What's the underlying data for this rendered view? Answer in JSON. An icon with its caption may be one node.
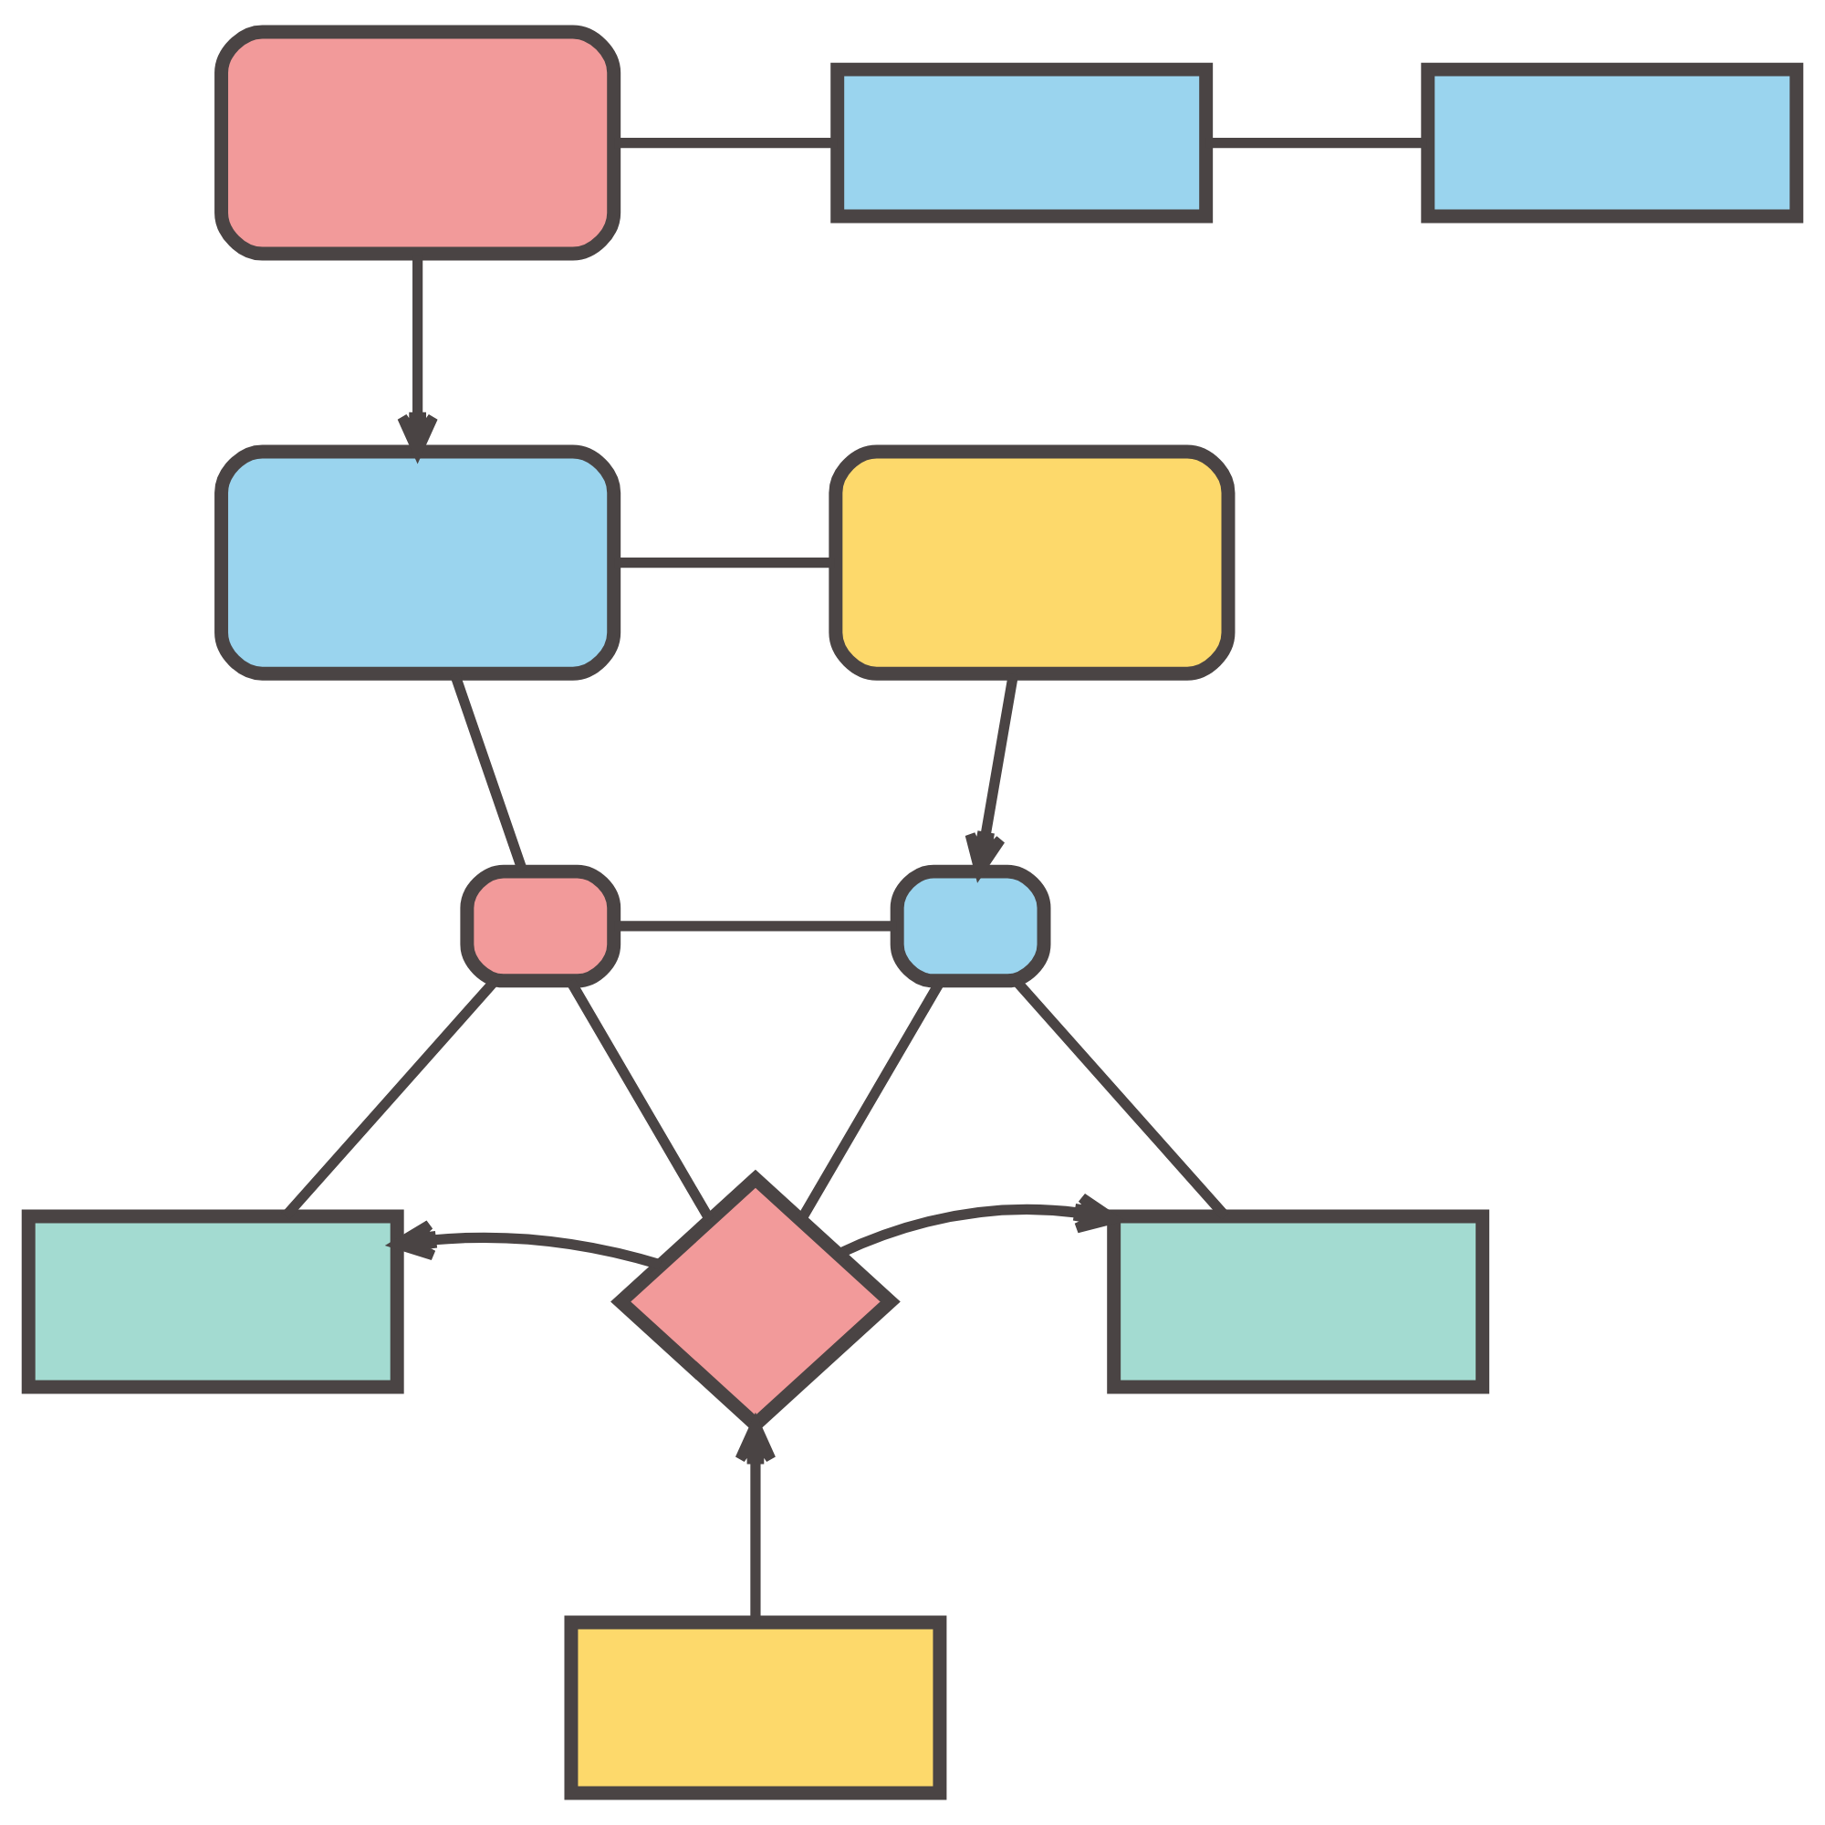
{
  "diagram": {
    "nodes": [
      {
        "text": [],
        "shape": "box"
      },
      {
        "text": [],
        "shape": "box"
      },
      {
        "text": [],
        "shape": "box"
      },
      {
        "text": [],
        "shape": "box"
      },
      {
        "text": [],
        "shape": "box"
      },
      {
        "text": [],
        "shape": "box"
      },
      {
        "text": [],
        "shape": "box"
      },
      {
        "text": [],
        "shape": "box"
      },
      {
        "text": [],
        "shape": "diamond"
      },
      {
        "text": [],
        "shape": "box"
      },
      {
        "text": [],
        "shape": "box"
      }
    ],
    "edges": [
      {
        "from": 0,
        "to": 1,
        "arrow": "none"
      },
      {
        "from": 1,
        "to": 2,
        "arrow": "none"
      },
      {
        "from": 0,
        "to": 3,
        "arrow": "to"
      },
      {
        "from": 3,
        "to": 4,
        "arrow": "none"
      },
      {
        "from": 3,
        "to": 5,
        "arrow": "none"
      },
      {
        "from": 4,
        "to": 6,
        "arrow": "to"
      },
      {
        "from": 5,
        "to": 6,
        "arrow": "none"
      },
      {
        "from": 5,
        "to": 8,
        "arrow": "none"
      },
      {
        "from": 6,
        "to": 8,
        "arrow": "none"
      },
      {
        "from": 5,
        "to": 7,
        "arrow": "none"
      },
      {
        "from": 6,
        "to": 9,
        "arrow": "none"
      },
      {
        "from": 8,
        "to": 7,
        "arrow": "to"
      },
      {
        "from": 8,
        "to": 9,
        "arrow": "to"
      },
      {
        "from": 10,
        "to": 8,
        "arrow": "to"
      }
    ]
  }
}
